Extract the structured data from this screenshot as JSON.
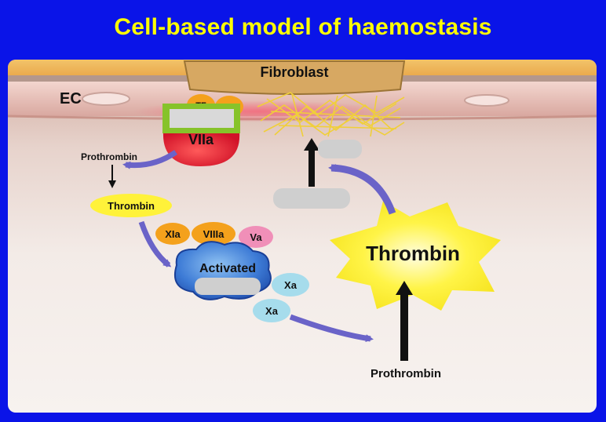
{
  "title": "Cell-based model of haemostasis",
  "labels": {
    "fibroblast": "Fibroblast",
    "ec": "EC",
    "tf1": "TF",
    "tf2": "TF",
    "viia": "VIIa",
    "prothrombin_left": "Prothrombin",
    "thrombin_small": "Thrombin",
    "xia": "XIa",
    "viiia": "VIIIa",
    "va": "Va",
    "activated": "Activated",
    "xa1": "Xa",
    "xa2": "Xa",
    "thrombin_big": "Thrombin",
    "prothrombin_right": "Prothrombin"
  },
  "colors": {
    "background": "#0a14e8",
    "title": "#ffff00",
    "arrow": "#6a63c8",
    "thrombin_burst": "#fff23a",
    "viia_ball": "#e8203a",
    "fibrin": "#f0cf3a"
  }
}
